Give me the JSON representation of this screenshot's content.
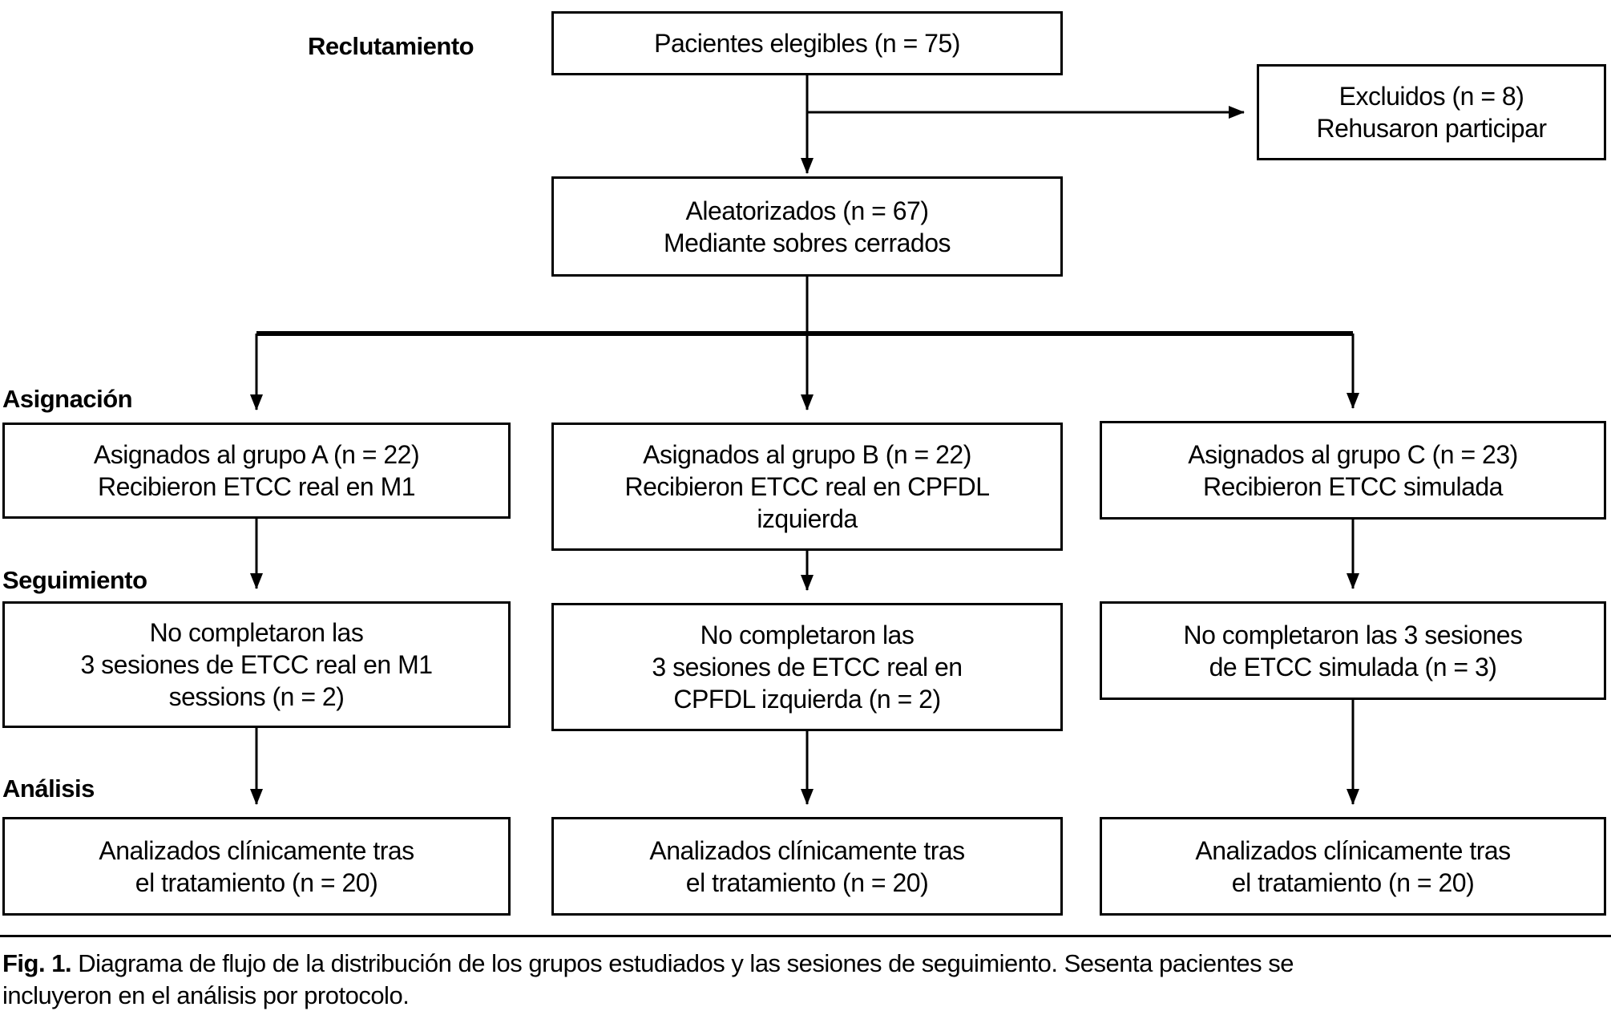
{
  "figure": {
    "stages": {
      "recruitment": "Reclutamiento",
      "allocation": "Asignación",
      "followup": "Seguimiento",
      "analysis": "Análisis"
    },
    "boxes": {
      "eligible": {
        "lines": [
          "Pacientes elegibles (n = 75)"
        ]
      },
      "excluded": {
        "lines": [
          "Excluidos (n = 8)",
          "Rehusaron participar"
        ]
      },
      "randomized": {
        "lines": [
          "Aleatorizados (n = 67)",
          "Mediante sobres cerrados"
        ]
      },
      "group_a": {
        "lines": [
          "Asignados al grupo A (n = 22)",
          "Recibieron ETCC real en M1"
        ]
      },
      "group_b": {
        "lines": [
          "Asignados al grupo B (n = 22)",
          "Recibieron ETCC real en CPFDL",
          "izquierda"
        ]
      },
      "group_c": {
        "lines": [
          "Asignados al grupo C (n = 23)",
          "Recibieron ETCC simulada"
        ]
      },
      "followup_a": {
        "lines": [
          "No completaron las",
          "3 sesiones de ETCC real en M1",
          "sessions (n = 2)"
        ]
      },
      "followup_b": {
        "lines": [
          "No completaron las",
          "3 sesiones de ETCC real en",
          "CPFDL izquierda (n = 2)"
        ]
      },
      "followup_c": {
        "lines": [
          "No completaron las 3 sesiones",
          "de ETCC simulada (n = 3)"
        ]
      },
      "analysis_a": {
        "lines": [
          "Analizados clínicamente tras",
          "el tratamiento (n = 20)"
        ]
      },
      "analysis_b": {
        "lines": [
          "Analizados clínicamente tras",
          "el tratamiento (n = 20)"
        ]
      },
      "analysis_c": {
        "lines": [
          "Analizados clínicamente tras",
          "el tratamiento (n = 20)"
        ]
      }
    },
    "caption": {
      "fig_label": "Fig. 1.",
      "line1": "Diagrama de flujo de la distribución de los grupos estudiados y las sesiones de seguimiento. Sesenta pacientes se",
      "line2": "incluyeron en el análisis por protocolo."
    },
    "colors": {
      "line": "#000000",
      "text": "#000000",
      "background": "#ffffff"
    }
  }
}
